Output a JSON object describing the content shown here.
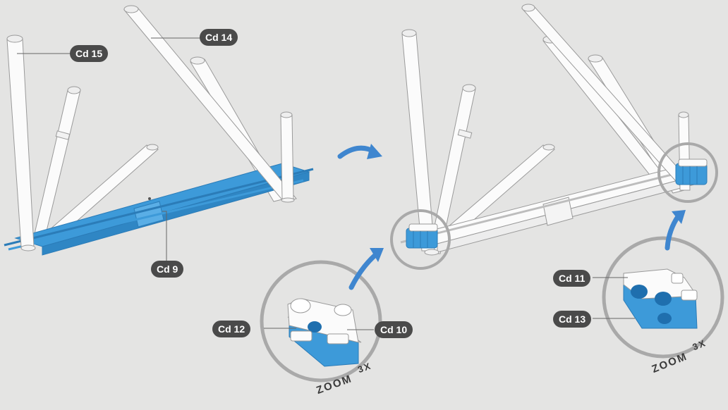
{
  "callouts": {
    "cd15": "Cd 15",
    "cd14": "Cd 14",
    "cd9": "Cd 9",
    "cd12": "Cd 12",
    "cd10": "Cd 10",
    "cd11": "Cd 11",
    "cd13": "Cd 13"
  },
  "zoom": {
    "left": {
      "word": "ZOOM",
      "factor": "3X"
    },
    "right": {
      "word": "ZOOM",
      "factor": "3X"
    }
  },
  "colors": {
    "background": "#e4e4e3",
    "part_blue": "#3d9ad9",
    "part_white": "#fbfbfb",
    "outline": "#9a9a9a",
    "arrow_blue": "#3f86cf",
    "zoom_ring": "#a9a9a9",
    "callout_bg": "#4a4a4a"
  }
}
